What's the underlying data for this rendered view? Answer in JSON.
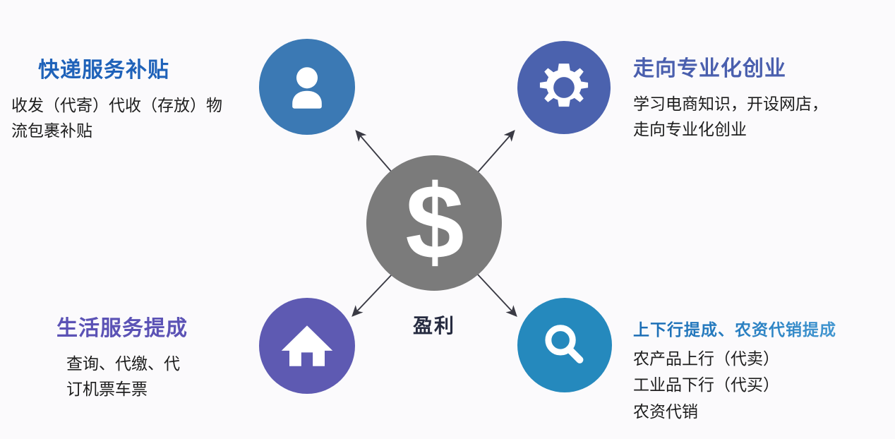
{
  "diagram": {
    "type": "hub-and-spoke",
    "center": {
      "icon": "dollar-sign-icon",
      "glyph": "$",
      "caption": "盈利",
      "color": "#7b7b7b"
    },
    "nodes": [
      {
        "position": "top-left",
        "icon": "person-icon",
        "circle_color": "#3b79b4",
        "title": "快递服务补贴",
        "title_color": "#1f62b9",
        "body": [
          "收发（代寄）代收（存放）物",
          "流包裹补贴"
        ]
      },
      {
        "position": "top-right",
        "icon": "gear-icon",
        "circle_color": "#4b62ae",
        "title": "走向专业化创业",
        "title_color": "#4a5fae",
        "body": [
          "学习电商知识，开设网店，",
          "走向专业化创业"
        ]
      },
      {
        "position": "bottom-left",
        "icon": "house-icon",
        "circle_color": "#5e5ab2",
        "title": "生活服务提成",
        "title_color": "#5b52b5",
        "body": [
          "查询、代缴、代",
          "订机票车票"
        ]
      },
      {
        "position": "bottom-right",
        "icon": "magnifier-icon",
        "circle_color": "#2589bd",
        "title": "上下行提成、农资代销提成",
        "title_color": "#2c82c3",
        "body": [
          "农产品上行（代卖）",
          "工业品下行（代买）",
          "农资代销"
        ]
      }
    ],
    "arrows": {
      "color": "#3a3a44",
      "count": 4,
      "direction": "center-outward"
    },
    "background_color": "#fbfafc"
  }
}
